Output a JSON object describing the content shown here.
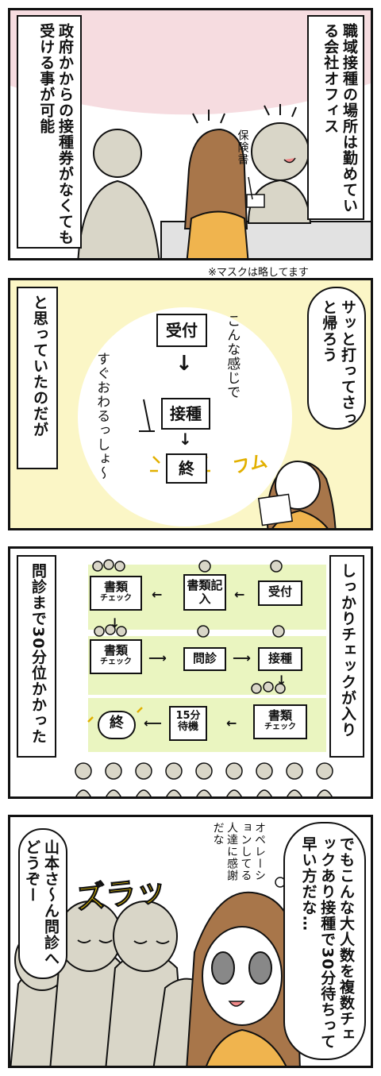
{
  "panel1": {
    "caption_right": "職域接種の場所は勤めている会社オフィス",
    "caption_left": "政府かからの接種券がなくても受ける事が可能",
    "note_sign": "保険書",
    "footnote": "※マスクは略してます"
  },
  "panel2": {
    "bubble_right": "サッと打ってさっと帰ろう",
    "caption_left": "と思っていたのだが",
    "thought_top": "こんな感じで",
    "thought_left": "すぐおわるっしょ〜",
    "flow": [
      "受付",
      "接種",
      "終"
    ],
    "sfx": "フム"
  },
  "panel3": {
    "caption_right": "しっかりチェックが入り",
    "caption_left": "問診まで30分位かかった",
    "flow": {
      "reception": "受付",
      "docs_entry": "書類記入",
      "docs_check1_title": "書類",
      "docs_check1_sub": "チェック",
      "docs_check2_title": "書類",
      "docs_check2_sub": "チェック",
      "interview": "問診",
      "vaccination": "接種",
      "docs_check3_title": "書類",
      "docs_check3_sub": "チェック",
      "wait": "15分待機",
      "end": "終"
    }
  },
  "panel4": {
    "bubble_right": "でもこんな大人数を複数チェックあり接種で30分待ちって早い方だな…",
    "thought": "オペレーションしてる人達に感謝だな",
    "bubble_left": "山本さ〜ん問診へどうぞー",
    "sfx": "ズラッ"
  },
  "colors": {
    "skin": "#d9d6c8",
    "hair": "#a8764a",
    "shirt": "#f0b44e",
    "pink": "#f6dce0",
    "yellow_bg": "#fbf6c6",
    "green_bg": "#eaf5c0"
  }
}
